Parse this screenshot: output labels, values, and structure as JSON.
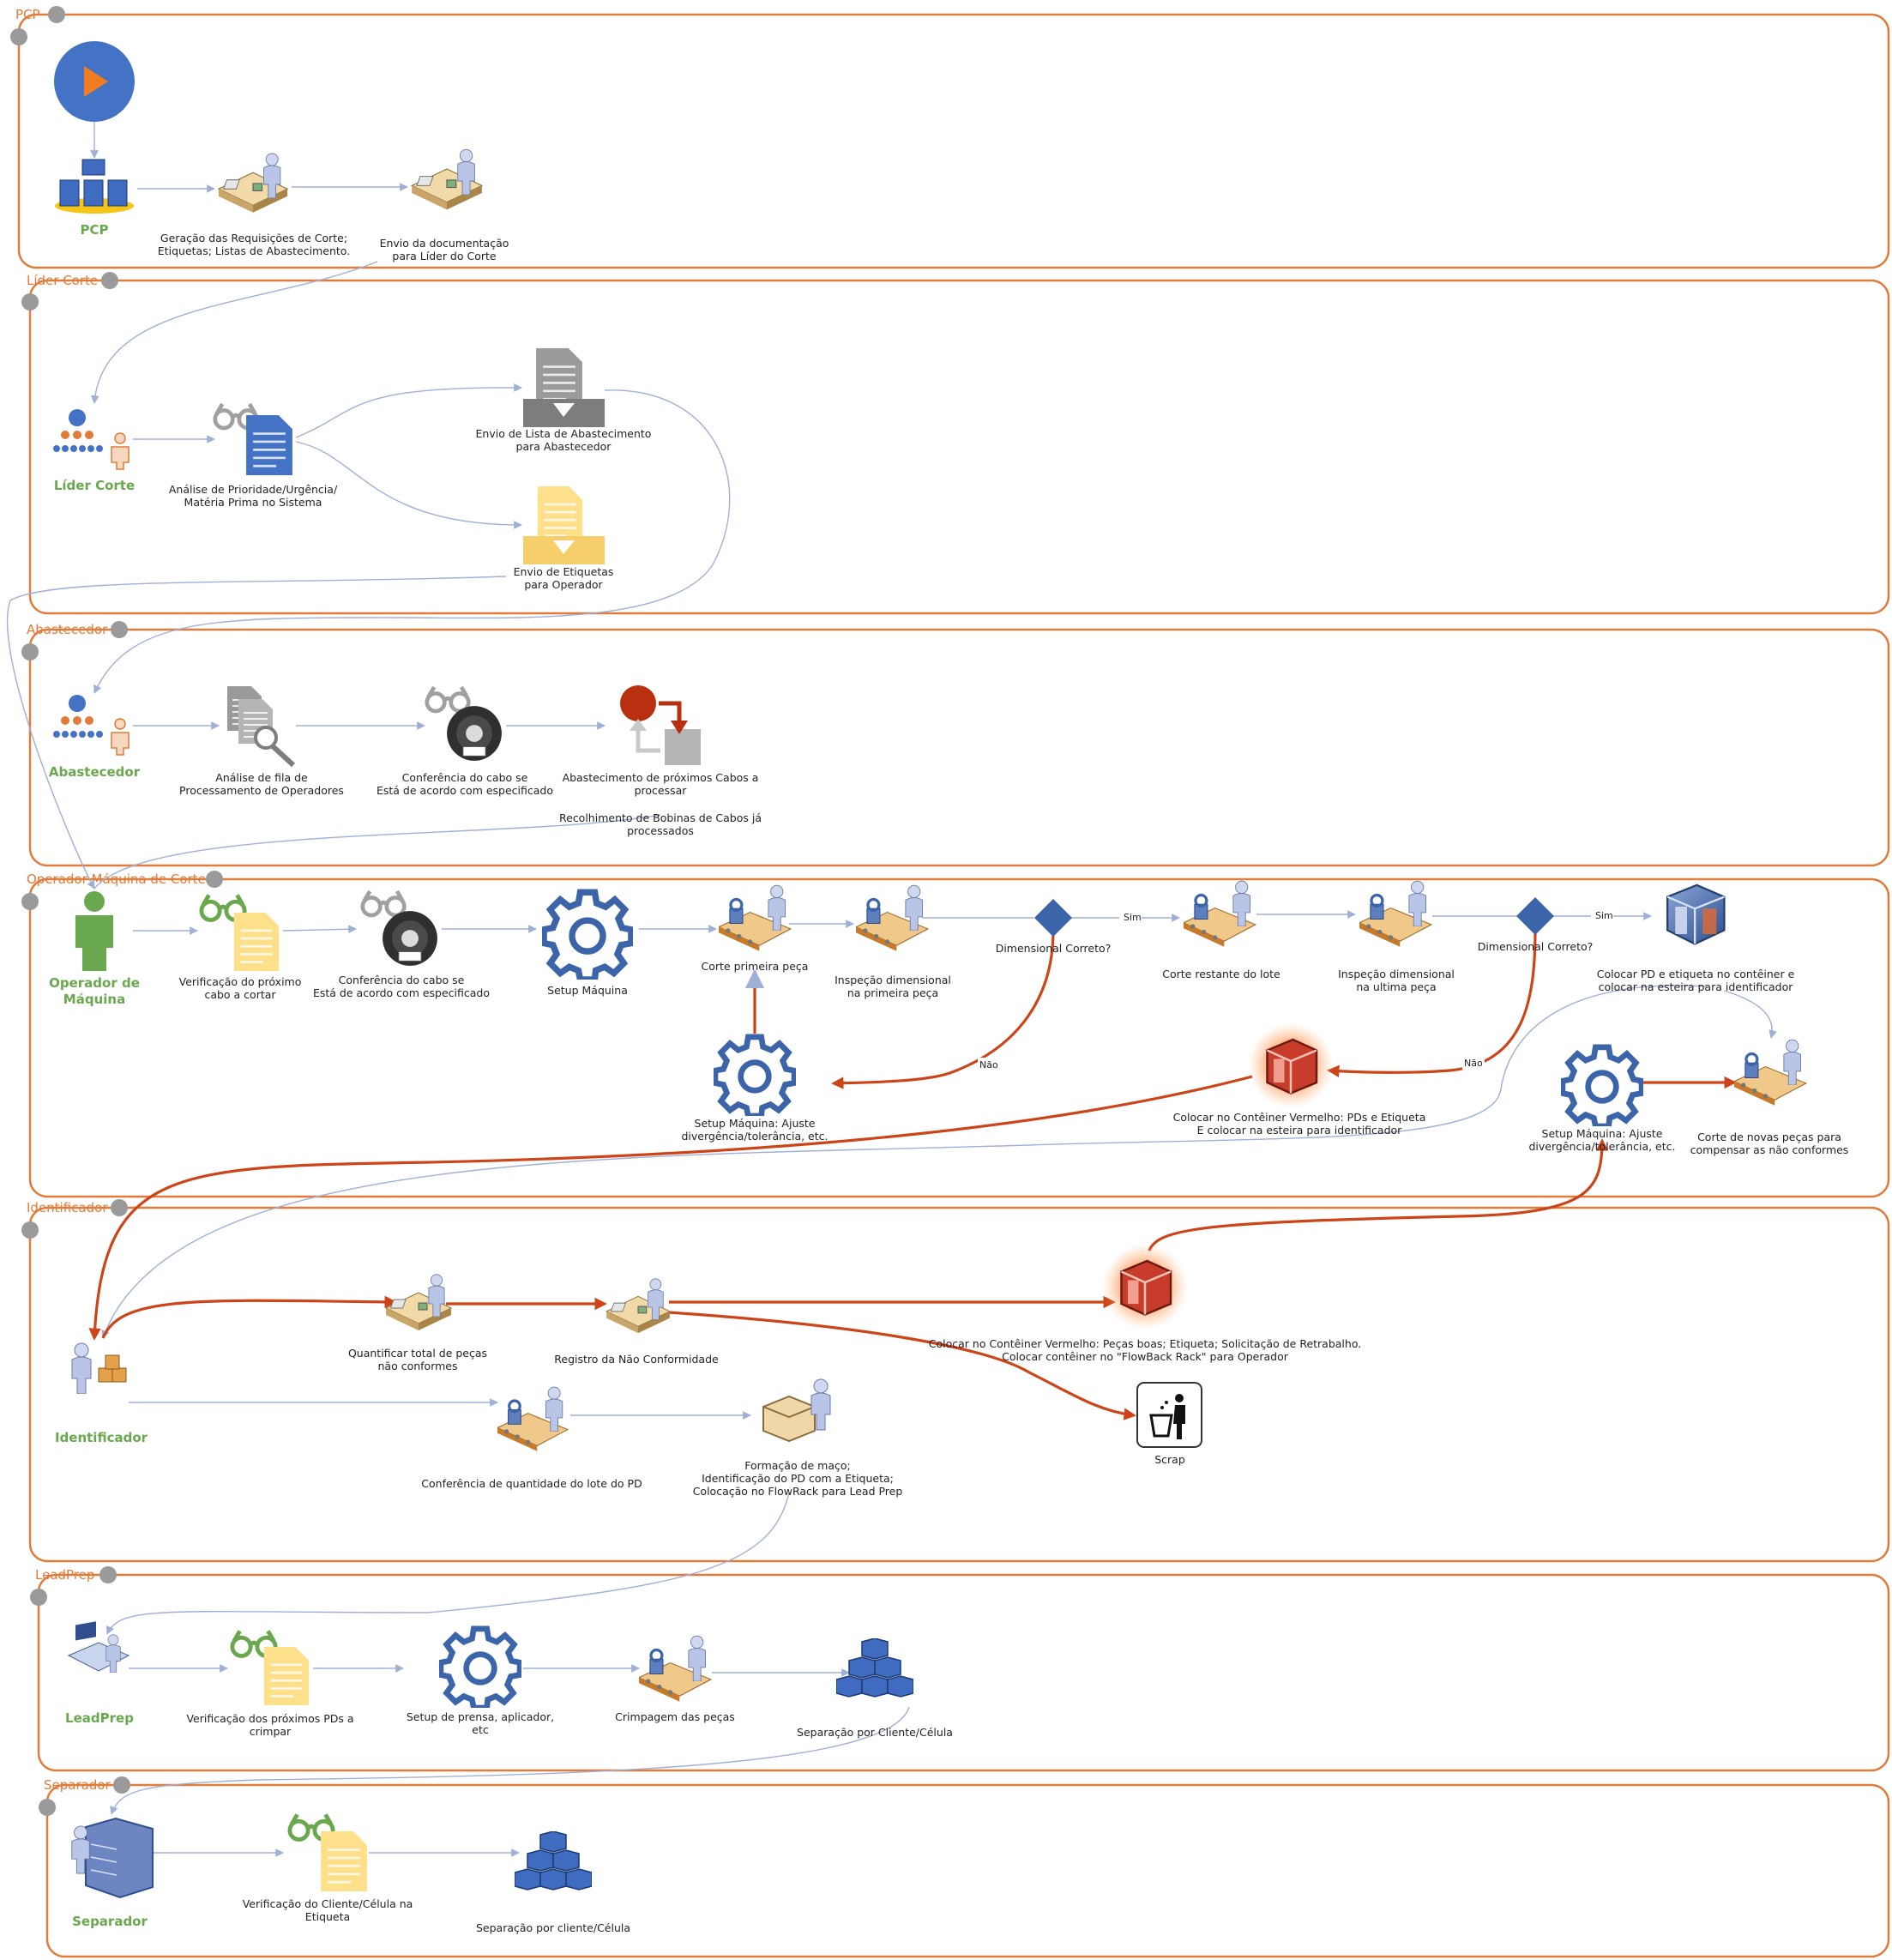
{
  "lanes": [
    {
      "id": "pcp",
      "title": "PCP"
    },
    {
      "id": "lider",
      "title": "Líder Corte"
    },
    {
      "id": "abastecedor",
      "title": "Abastecedor"
    },
    {
      "id": "operador",
      "title": "Operador Máquina de Corte"
    },
    {
      "id": "identificador",
      "title": "Identificador"
    },
    {
      "id": "leadprep",
      "title": "LeadPrep"
    },
    {
      "id": "separador",
      "title": "Separador"
    }
  ],
  "roles": {
    "pcp": "PCP",
    "lider": "Líder Corte",
    "abastecedor": "Abastecedor",
    "operador": [
      "Operador de",
      "Máquina"
    ],
    "identificador": "Identificador",
    "leadprep": "LeadPrep",
    "separador": "Separador"
  },
  "steps": {
    "pcp_geracao": [
      "Geração das Requisições de Corte;",
      "Etiquetas; Listas de Abastecimento."
    ],
    "pcp_envio": [
      "Envio da documentação",
      "para Líder do Corte"
    ],
    "lider_analise": [
      "Análise de Prioridade/Urgência/",
      "Matéria Prima no Sistema"
    ],
    "lider_lista": [
      "Envio de Lista de Abastecimento",
      "para Abastecedor"
    ],
    "lider_etiquetas": [
      "Envio de Etiquetas",
      "para Operador"
    ],
    "ab_fila": [
      "Análise de fila de",
      "Processamento de Operadores"
    ],
    "ab_conferencia": [
      "Conferência do cabo se",
      "Está de acordo com especificado"
    ],
    "ab_abastecimento": [
      "Abastecimento de próximos Cabos a",
      "processar"
    ],
    "ab_recolhimento": [
      "Recolhimento de Bobinas de Cabos já",
      "processados"
    ],
    "op_verificacao": [
      "Verificação do próximo",
      "cabo a cortar"
    ],
    "op_conferencia": [
      "Conferência do cabo se",
      "Está de acordo com especificado"
    ],
    "op_setup": [
      "Setup Máquina"
    ],
    "op_corte1": [
      "Corte primeira peça"
    ],
    "op_insp1": [
      "Inspeção dimensional",
      "na primeira peça"
    ],
    "op_dim1": [
      "Dimensional Correto?"
    ],
    "op_corte_rest": [
      "Corte restante do lote"
    ],
    "op_insp2": [
      "Inspeção dimensional",
      "na ultima peça"
    ],
    "op_dim2": [
      "Dimensional Correto?"
    ],
    "op_colocar_pd": [
      "Colocar PD e etiqueta no contêiner e",
      "colocar na esteira para identificador"
    ],
    "op_setup_ajuste": [
      "Setup Máquina: Ajuste",
      "divergência/tolerância, etc."
    ],
    "op_vermelho": [
      "Colocar no Contêiner Vermelho: PDs e Etiqueta",
      "E colocar na esteira para identificador"
    ],
    "op_setup_ajuste2": [
      "Setup Máquina: Ajuste",
      "divergência/tolerância, etc."
    ],
    "op_corte_novas": [
      "Corte de novas peças para",
      "compensar as não conformes"
    ],
    "id_quantificar": [
      "Quantificar total de peças",
      "não conformes"
    ],
    "id_registro": [
      "Registro da Não Conformidade"
    ],
    "id_vermelho": [
      "Colocar no Contêiner Vermelho: Peças boas; Etiqueta; Solicitação de Retrabalho.",
      "Colocar contêiner no \"FlowBack Rack\" para Operador"
    ],
    "id_scrap": [
      "Scrap"
    ],
    "id_conferencia": [
      "Conferência de quantidade do lote do PD"
    ],
    "id_formacao": [
      "Formação de maço;",
      "Identificação do PD com a Etiqueta;",
      "Colocação no FlowRack para Lead Prep"
    ],
    "lp_verificacao": [
      "Verificação dos próximos PDs a",
      "crimpar"
    ],
    "lp_setup": [
      "Setup de prensa, aplicador,",
      "etc"
    ],
    "lp_crimpagem": [
      "Crimpagem das peças"
    ],
    "lp_separacao": [
      "Separação por Cliente/Célula"
    ],
    "sp_verificacao": [
      "Verificação do Cliente/Célula na",
      "Etiqueta"
    ],
    "sp_separacao": [
      "Separação por cliente/Célula"
    ]
  },
  "edge_labels": {
    "sim1": "Sim",
    "nao1": "Não",
    "sim2": "Sim",
    "nao2": "Não"
  },
  "colors": {
    "lane": "#e07b39",
    "role": "#6aa84f",
    "flow": "#9fb0d6",
    "critical": "#cc4418",
    "gear": "#3c64a8",
    "start": "#4472c4",
    "play": "#f47c20",
    "diamond": "#3c64a8",
    "doc_blue": "#4472c4",
    "doc_yellow": "#ffe08a",
    "doc_gray": "#9a9a9a"
  },
  "icons": {
    "start": "start-play-icon",
    "pcp_role": "org-hierarchy-icon",
    "worker": "worker-desk-icon",
    "glasses": "glasses-icon",
    "document": "document-icon",
    "gear": "gear-icon",
    "decision": "decision-diamond-icon",
    "conveyor": "conveyor-worker-icon",
    "container": "container-box-icon",
    "red_container": "red-container-icon",
    "trash": "trash-icon",
    "cable_reel": "cable-reel-icon",
    "stack": "cube-stack-icon"
  }
}
